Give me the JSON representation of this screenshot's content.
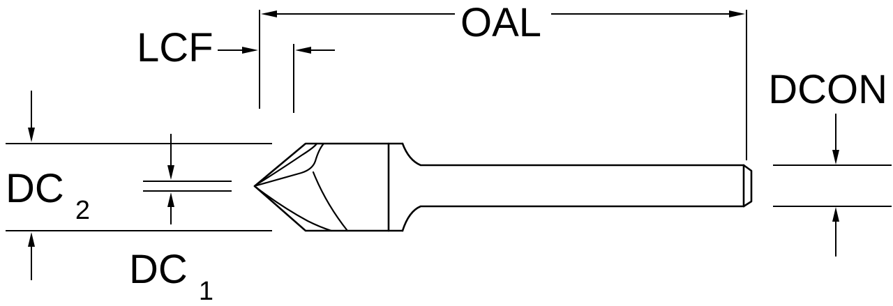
{
  "diagram": {
    "type": "technical-dimension-drawing",
    "subject": "countersink-cutting-tool",
    "colors": {
      "ink": "#000000",
      "background": "#ffffff"
    },
    "labels": {
      "oal": "OAL",
      "lcf": "LCF",
      "dcon": "DCON",
      "dc1": {
        "base": "DC",
        "sub": "1"
      },
      "dc2": {
        "base": "DC",
        "sub": "2"
      }
    }
  }
}
